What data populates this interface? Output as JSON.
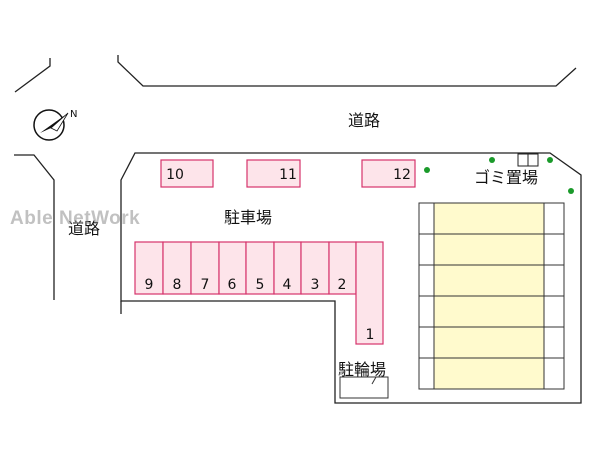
{
  "labels": {
    "road_top": "道路",
    "road_left": "道路",
    "parking": "駐車場",
    "bike_parking": "駐輪場",
    "garbage": "ゴミ置場",
    "compass_letter": "N"
  },
  "watermark": "Able NetWork",
  "parking_spaces": [
    "10",
    "11",
    "12",
    "9",
    "8",
    "7",
    "6",
    "5",
    "4",
    "3",
    "2",
    "1"
  ],
  "colors": {
    "parking_fill": "#fde4ea",
    "parking_stroke": "#d6336c",
    "building_fill": "#fffacd",
    "tree": "#1a9a2a",
    "line": "#222222"
  }
}
